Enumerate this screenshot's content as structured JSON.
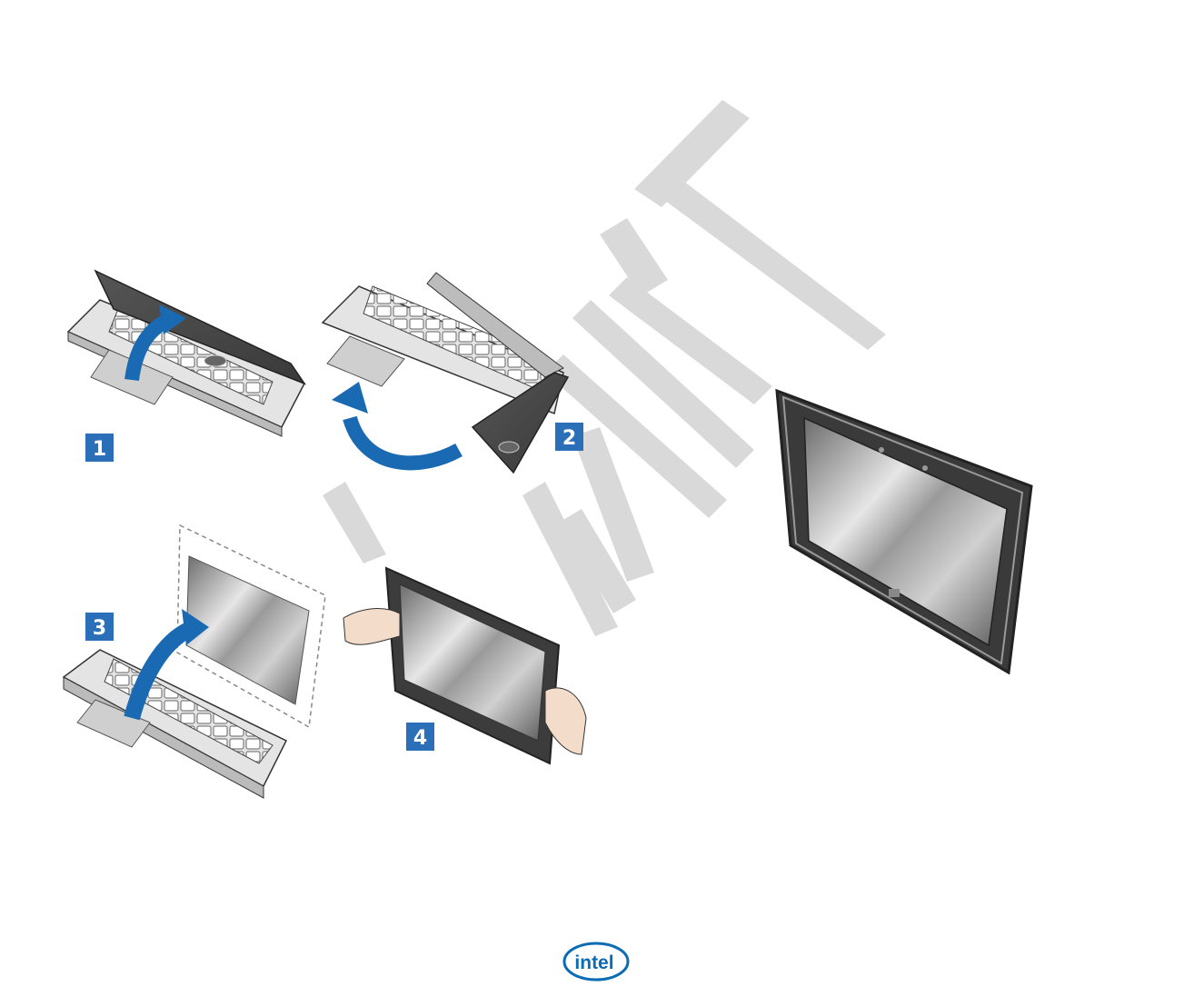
{
  "figure": {
    "steps": [
      {
        "number": "1"
      },
      {
        "number": "2"
      },
      {
        "number": "3"
      },
      {
        "number": "4"
      }
    ],
    "watermark": "DRAFT",
    "accent_color": "#1a6ab3",
    "badge_color": "#2a6fb8",
    "watermark_color": "#d6d6d6"
  },
  "footer": {
    "logo_text": "intel"
  }
}
